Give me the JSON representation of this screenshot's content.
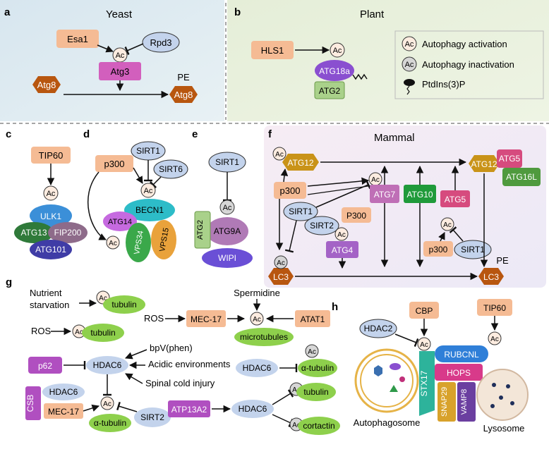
{
  "panels": {
    "a": {
      "letter": "a",
      "title": "Yeast"
    },
    "b": {
      "letter": "b",
      "title": "Plant"
    },
    "c": {
      "letter": "c"
    },
    "d": {
      "letter": "d"
    },
    "e": {
      "letter": "e"
    },
    "f": {
      "letter": "f",
      "title": "Mammal"
    },
    "g": {
      "letter": "g"
    },
    "h": {
      "letter": "h"
    }
  },
  "ac": "Ac",
  "pe": "PE",
  "a": {
    "esa1": "Esa1",
    "rpd3": "Rpd3",
    "atg3": "Atg3",
    "atg8_left": "Atg8",
    "atg8_right": "Atg8"
  },
  "b": {
    "hls1": "HLS1",
    "atg18a": "ATG18a",
    "atg2": "ATG2",
    "legend": {
      "activation": "Autophagy activation",
      "inactivation": "Autophagy inactivation",
      "ptdins": "PtdIns(3)P"
    }
  },
  "c": {
    "tip60": "TIP60",
    "ulk1": "ULK1",
    "atg13": "ATG13",
    "fip200": "FIP200",
    "atg101": "ATG101"
  },
  "d": {
    "p300": "p300",
    "sirt1": "SIRT1",
    "sirt6": "SIRT6",
    "becn1": "BECN1",
    "atg14": "ATG14",
    "vps34": "VPS34",
    "vps15": "VPS15"
  },
  "e": {
    "sirt1": "SIRT1",
    "atg2": "ATG2",
    "atg9a": "ATG9A",
    "wipi": "WIPI"
  },
  "f": {
    "atg12_left": "ATG12",
    "atg12_right": "ATG12",
    "atg5_right": "ATG5",
    "atg16l": "ATG16L",
    "p300_left": "p300",
    "sirt1_left": "SIRT1",
    "sirt2": "SIRT2",
    "p300_mid": "P300",
    "atg4": "ATG4",
    "atg7": "ATG7",
    "atg10": "ATG10",
    "atg5_mid": "ATG5",
    "p300_bottom": "p300",
    "sirt1_bottom": "SIRT1",
    "lc3_left": "LC3",
    "lc3_right": "LC3"
  },
  "g": {
    "nutrient": "Nutrient",
    "starvation": "starvation",
    "tubulin1": "tubulin",
    "ros1": "ROS",
    "tubulin2": "tubulin",
    "ros2": "ROS",
    "mec17_top": "MEC-17",
    "spermidine": "Spermidine",
    "atat1": "ATAT1",
    "microtubules": "microtubules",
    "p62": "p62",
    "hdac6_center": "HDAC6",
    "bpv": "bpV(phen)",
    "acidic": "Acidic environments",
    "spinal": "Spinal cold injury",
    "hdac6_right": "HDAC6",
    "alpha_tubulin_right": "α-tubulin",
    "csb": "CSB",
    "hdac6_csb": "HDAC6",
    "mec17_bottom": "MEC-17",
    "alpha_tubulin_bottom": "α-tubulin",
    "sirt2": "SIRT2",
    "atp13a2": "ATP13A2",
    "hdac6_bottom": "HDAC6",
    "tubulin_bottom": "tubulin",
    "cortactin": "cortactin"
  },
  "h": {
    "hdac2": "HDAC2",
    "cbp": "CBP",
    "tip60": "TIP60",
    "rubcnl": "RUBCNL",
    "hops": "HOPS",
    "stx17": "STX17",
    "snap29": "SNAP29",
    "vamp8": "VAMP8",
    "autophagosome": "Autophagosome",
    "lysosome": "Lysosome"
  },
  "colors": {
    "orange": "#f5bb94",
    "blue": "#c3d3ec",
    "green": "#6fc13f",
    "magenta": "#d25fbd",
    "brown": "#b8560f",
    "purple": "#7e3fa9",
    "teal": "#2db39b",
    "ac_fill": "#fdece0",
    "ac_fill_off": "#d6d6d6"
  }
}
